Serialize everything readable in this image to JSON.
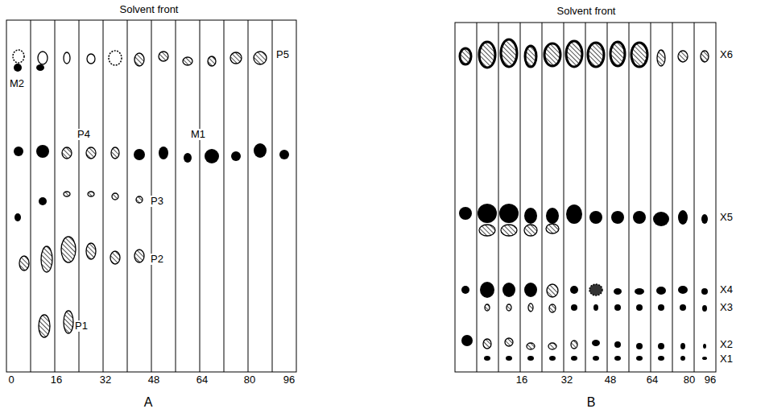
{
  "diagram": {
    "labels": [
      "Solvent front",
      "M2",
      "P4",
      "M1",
      "P5",
      "P3",
      "P2",
      "P1",
      "0",
      "16",
      "32",
      "48",
      "64",
      "80",
      "96",
      "A",
      "Solvent front",
      "X6",
      "X5",
      "X4",
      "X3",
      "X2",
      "X1",
      "16",
      "32",
      "48",
      "64",
      "80",
      "96",
      "B"
    ]
  }
}
